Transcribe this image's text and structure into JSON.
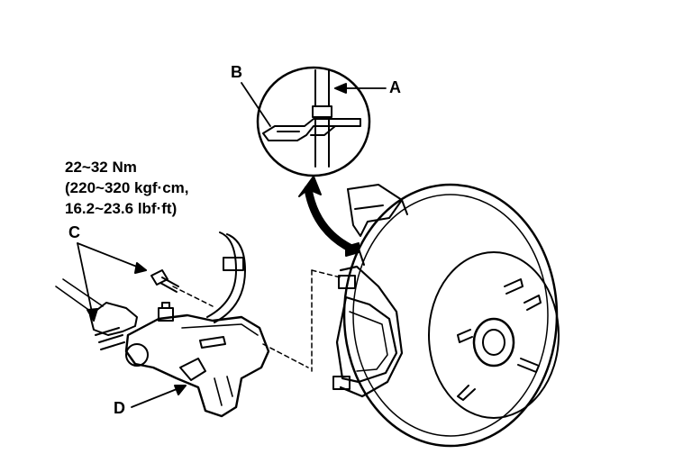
{
  "callouts": {
    "a": "A",
    "b": "B",
    "c": "C",
    "d": "D"
  },
  "torque_spec": {
    "line1": "22~32 Nm",
    "line2": "(220~320 kgf·cm,",
    "line3": "16.2~23.6 lbf·ft)"
  }
}
